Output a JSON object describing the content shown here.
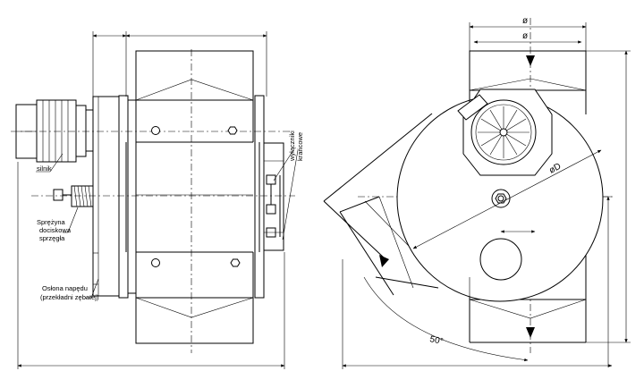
{
  "labels": {
    "silnik": "silnik",
    "spring": [
      "Sprężyna",
      "dociskowa",
      "sprzęgła"
    ],
    "cover": [
      "Osłona napędu",
      "(przekładni zębatej)"
    ],
    "switches": [
      "wyłączniki",
      "krańcowe"
    ]
  },
  "dims": {
    "dia_outer": "ø",
    "dia_inner": "ø",
    "dia_drum": "øD",
    "angle": "50°"
  }
}
